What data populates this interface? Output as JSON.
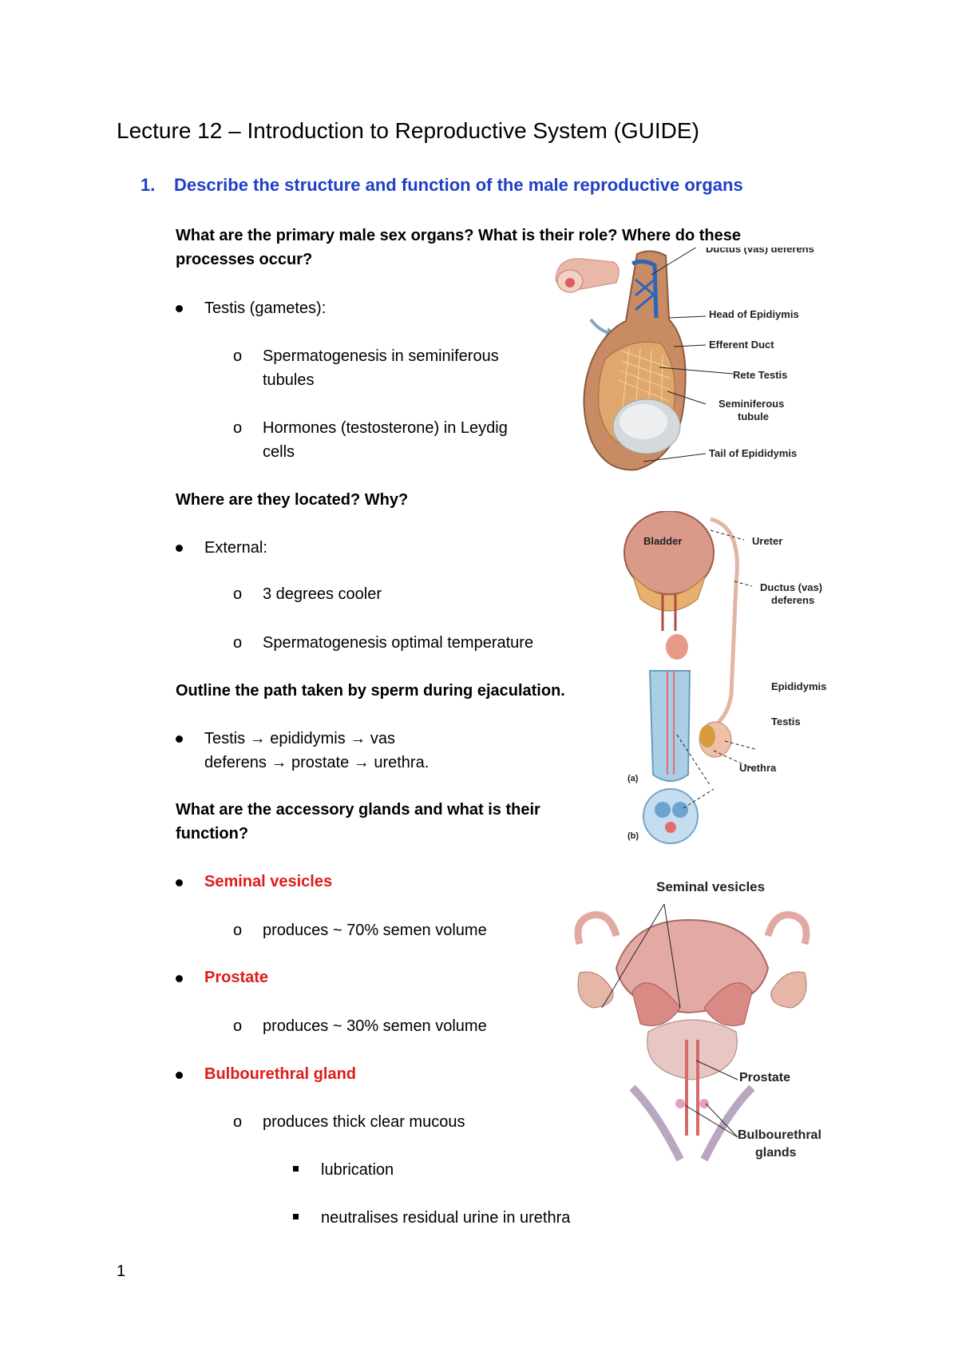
{
  "title": "Lecture 12 – Introduction to Reproductive System (GUIDE)",
  "section": {
    "number": "1.",
    "heading": "Describe the structure and function of the male reproductive organs"
  },
  "q1": {
    "line1": "What are the primary male sex organs? What is their role? Where do these",
    "line2": "processes occur?",
    "bullet": "Testis (gametes):",
    "sub1_line1": "Spermatogenesis in seminiferous",
    "sub1_line2": "tubules",
    "sub2_line1": "Hormones (testosterone) in Leydig",
    "sub2_line2": "cells"
  },
  "q2": {
    "text": "Where are they located? Why?",
    "bullet": "External:",
    "sub1": "3 degrees cooler",
    "sub2": "Spermatogenesis optimal temperature"
  },
  "q3": {
    "text": "Outline the path taken by sperm during ejaculation.",
    "line1": "Testis → epididymis → vas",
    "line2": "deferens → prostate → urethra."
  },
  "q4": {
    "line1": "What are the accessory glands and what is their",
    "line2": "function?",
    "g1": "Seminal vesicles",
    "g1_sub": "produces ~ 70% semen volume",
    "g2": "Prostate",
    "g2_sub": "produces ~ 30% semen volume",
    "g3": "Bulbourethral gland",
    "g3_sub": "produces thick clear mucous",
    "g3_sub_a": "lubrication",
    "g3_sub_b": "neutralises residual urine in urethra"
  },
  "fig1": {
    "labels": [
      "Ductus (vas) deferens",
      "Head of Epidiymis",
      "Efferent Duct",
      "Rete Testis",
      "Seminiferous",
      "tubule",
      "Tail of Epididymis"
    ]
  },
  "fig2": {
    "labels": [
      "Bladder",
      "Ureter",
      "Ductus (vas)",
      "deferens",
      "Epididymis",
      "Testis",
      "Urethra",
      "(a)",
      "(b)"
    ]
  },
  "fig3": {
    "labels": [
      "Seminal vesicles",
      "Prostate",
      "Bulbourethral",
      "glands"
    ]
  },
  "page_number": "1",
  "colors": {
    "heading": "#1f3fc9",
    "accent": "#e01b1b"
  }
}
